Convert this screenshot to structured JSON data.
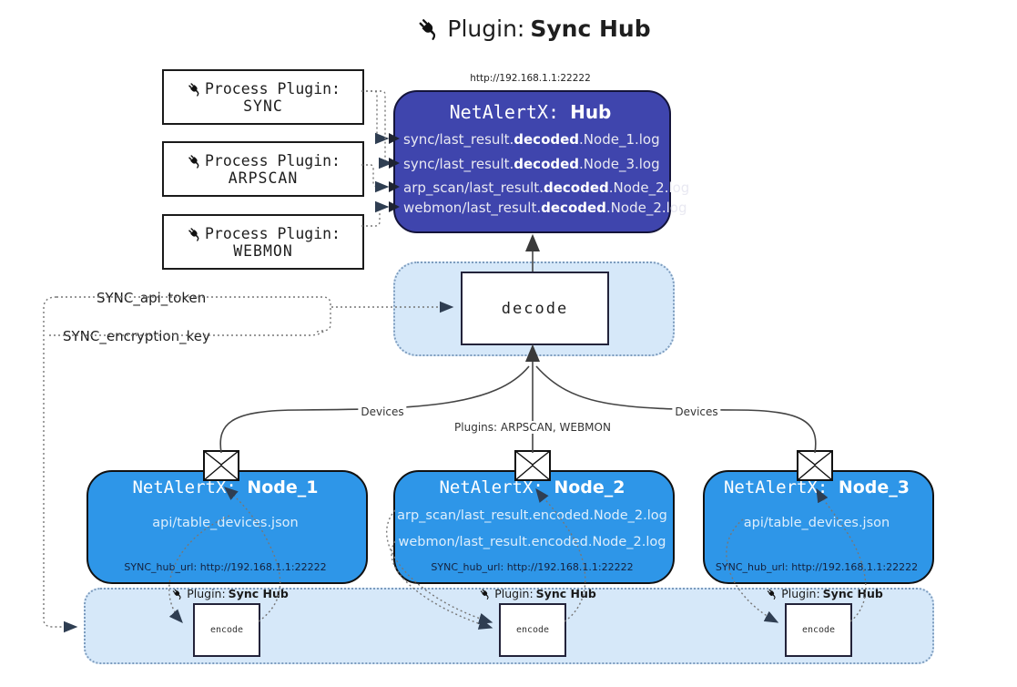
{
  "title": {
    "icon": "plug-icon",
    "prefix": "Plugin: ",
    "name": "Sync Hub"
  },
  "process_plugins": [
    {
      "label": "Process Plugin:",
      "name": "SYNC"
    },
    {
      "label": "Process Plugin:",
      "name": "ARPSCAN"
    },
    {
      "label": "Process Plugin:",
      "name": "WEBMON"
    }
  ],
  "hub": {
    "url": "http://192.168.1.1:22222",
    "title_prefix": "NetAlertX: ",
    "title_name": "Hub",
    "files": [
      {
        "pre": "sync/last_result.",
        "bold": "decoded",
        "post": ".Node_1.log"
      },
      {
        "pre": "sync/last_result.",
        "bold": "decoded",
        "post": ".Node_3.log"
      },
      {
        "pre": "arp_scan/last_result.",
        "bold": "decoded",
        "post": ".Node_2.log"
      },
      {
        "pre": "webmon/last_result.",
        "bold": "decoded",
        "post": ".Node_2.log"
      }
    ]
  },
  "decode": {
    "label": "decode"
  },
  "secrets": {
    "api_token": "SYNC_api_token",
    "encryption_key": "SYNC_encryption_key"
  },
  "edges": {
    "devices_left": "Devices",
    "plugins_center": "Plugins: ARPSCAN, WEBMON",
    "devices_right": "Devices"
  },
  "nodes": [
    {
      "title_prefix": "NetAlertX: ",
      "title_name": "Node_1",
      "files": [
        "api/table_devices.json"
      ],
      "hub_url": "SYNC_hub_url: http://192.168.1.1:22222"
    },
    {
      "title_prefix": "NetAlertX: ",
      "title_name": "Node_2",
      "files": [
        "arp_scan/last_result.encoded.Node_2.log",
        "webmon/last_result.encoded.Node_2.log"
      ],
      "hub_url": "SYNC_hub_url: http://192.168.1.1:22222"
    },
    {
      "title_prefix": "NetAlertX: ",
      "title_name": "Node_3",
      "files": [
        "api/table_devices.json"
      ],
      "hub_url": "SYNC_hub_url: http://192.168.1.1:22222"
    }
  ],
  "encode_bar": {
    "sections": [
      {
        "icon": "plug-icon",
        "label_prefix": "Plugin: ",
        "label_name": "Sync Hub",
        "box": "encode"
      },
      {
        "icon": "plug-icon",
        "label_prefix": "Plugin: ",
        "label_name": "Sync Hub",
        "box": "encode"
      },
      {
        "icon": "plug-icon",
        "label_prefix": "Plugin: ",
        "label_name": "Sync Hub",
        "box": "encode"
      }
    ]
  },
  "colors": {
    "hub_bg": "#3f45ad",
    "node_bg": "#2e96e8",
    "panel_bg": "#d6e8f9",
    "panel_border": "#7d9cbe",
    "arrow": "#2f3e52",
    "line": "#444444"
  }
}
